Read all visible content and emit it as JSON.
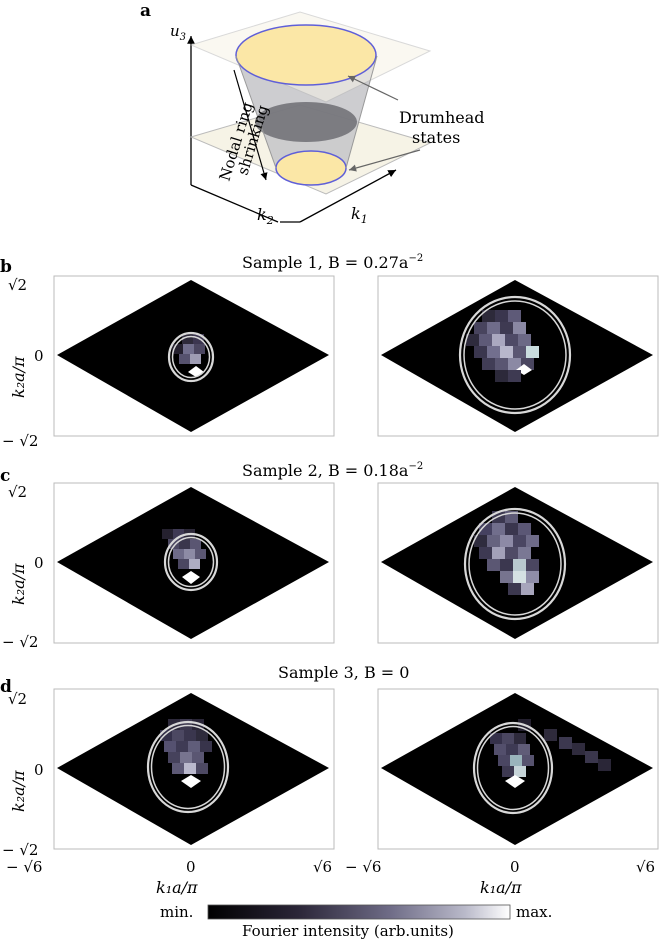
{
  "panel_a": {
    "letter": "a",
    "axis_u3": "u",
    "axis_u3_sub": "3",
    "axis_k1": "k",
    "axis_k1_sub": "1",
    "axis_k2": "k",
    "axis_k2_sub": "2",
    "arrow_label_line1": "Nodal ring",
    "arrow_label_line2": "shrinking",
    "callout_line1": "Drumhead",
    "callout_line2": "states",
    "colors": {
      "disk_fill": "#fbe7a6",
      "ring_stroke": "#5f5fd8",
      "cone_fill": "#c4c4c8",
      "plane_fill": "#f6f3e6"
    }
  },
  "rows": [
    {
      "letter": "b",
      "title": "Sample 1, B = 0.27a",
      "title_sup": "−2",
      "ring": "small-left"
    },
    {
      "letter": "c",
      "title": "Sample 2, B = 0.18a",
      "title_sup": "−2",
      "ring": "small-left"
    },
    {
      "letter": "d",
      "title": "Sample 3, B = 0",
      "title_sup": "",
      "ring": "medium-both"
    }
  ],
  "y_axis": {
    "label": "k₂a/π",
    "ticks": [
      "√2",
      "0",
      "− √2"
    ]
  },
  "x_axis": {
    "label": "k₁a/π",
    "ticks": [
      "− √6",
      "0",
      "√6"
    ]
  },
  "colorbar": {
    "min_label": "min.",
    "max_label": "max.",
    "title": "Fourier intensity (arb.units)",
    "colors": [
      "#000000",
      "#3a3450",
      "#8a88a3",
      "#ffffff"
    ]
  }
}
